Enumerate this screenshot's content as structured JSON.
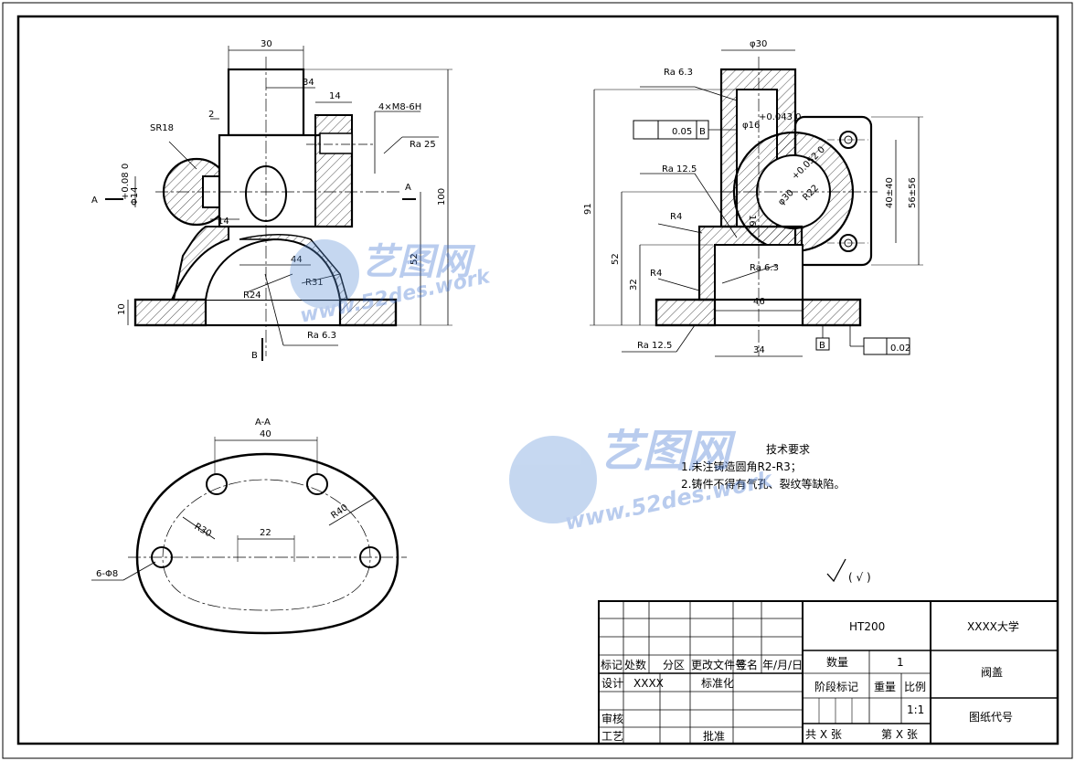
{
  "views": {
    "front_dims": {
      "d30": "30",
      "d34": "34",
      "d14": "14",
      "d2": "2",
      "sr18": "SR18",
      "thread": "4×M8-6H",
      "ra25": "Ra 25",
      "dia14": "Φ14",
      "tol14": "+0.08 0",
      "d100": "100",
      "d52": "52",
      "d44": "44",
      "d14b": "14",
      "r24": "R24",
      "r31": "R31",
      "d10": "10",
      "ra63": "Ra 6.3",
      "sectA": "A",
      "sectB": "B"
    },
    "side_dims": {
      "phi30": "φ30",
      "ra63top": "Ra 6.3",
      "flat": "0.05",
      "flatref": "B",
      "phi16": "φ16",
      "tol16": "+0.043 0",
      "ra125": "Ra 12.5",
      "r4a": "R4",
      "phi30b": "φ30",
      "tol30": "+0.052 0",
      "r22": "R22",
      "d16": "16",
      "d91": "91",
      "d52": "52",
      "d32": "32",
      "r4b": "R4",
      "ra63b": "Ra 6.3",
      "d46": "46",
      "d34": "34",
      "ra125b": "Ra 12.5",
      "datumB": "B",
      "flatness": "0.02",
      "d40": "40±40",
      "d56": "56±56"
    },
    "section": {
      "title": "A-A",
      "d40": "40",
      "r30": "R30",
      "d22": "22",
      "r40": "R40",
      "holes": "6-Φ8"
    }
  },
  "notes": {
    "title": "技术要求",
    "line1": "1.未注铸造圆角R2-R3；",
    "line2": "2.铸件不得有气孔、裂纹等缺陷。",
    "roughness": "( √ )"
  },
  "title_block": {
    "material": "HT200",
    "school": "XXXX大学",
    "qty_label": "数量",
    "qty_value": "1",
    "part_name": "阀盖",
    "stage_label": "阶段标记",
    "weight_label": "重量",
    "scale_label": "比例",
    "scale_value": "1:1",
    "drawing_no": "图纸代号",
    "sheets_total": "共 X 张",
    "sheet_no": "第 X 张",
    "mark": "标记",
    "count": "处数",
    "zone": "分区",
    "change_doc": "更改文件号",
    "sign": "签名",
    "date": "年/月/日",
    "design": "设计",
    "designer": "XXXX",
    "standard": "标准化",
    "review": "审核",
    "process": "工艺",
    "approve": "批准"
  },
  "watermark": {
    "brand": "艺图网",
    "url": "www.52des.work"
  }
}
